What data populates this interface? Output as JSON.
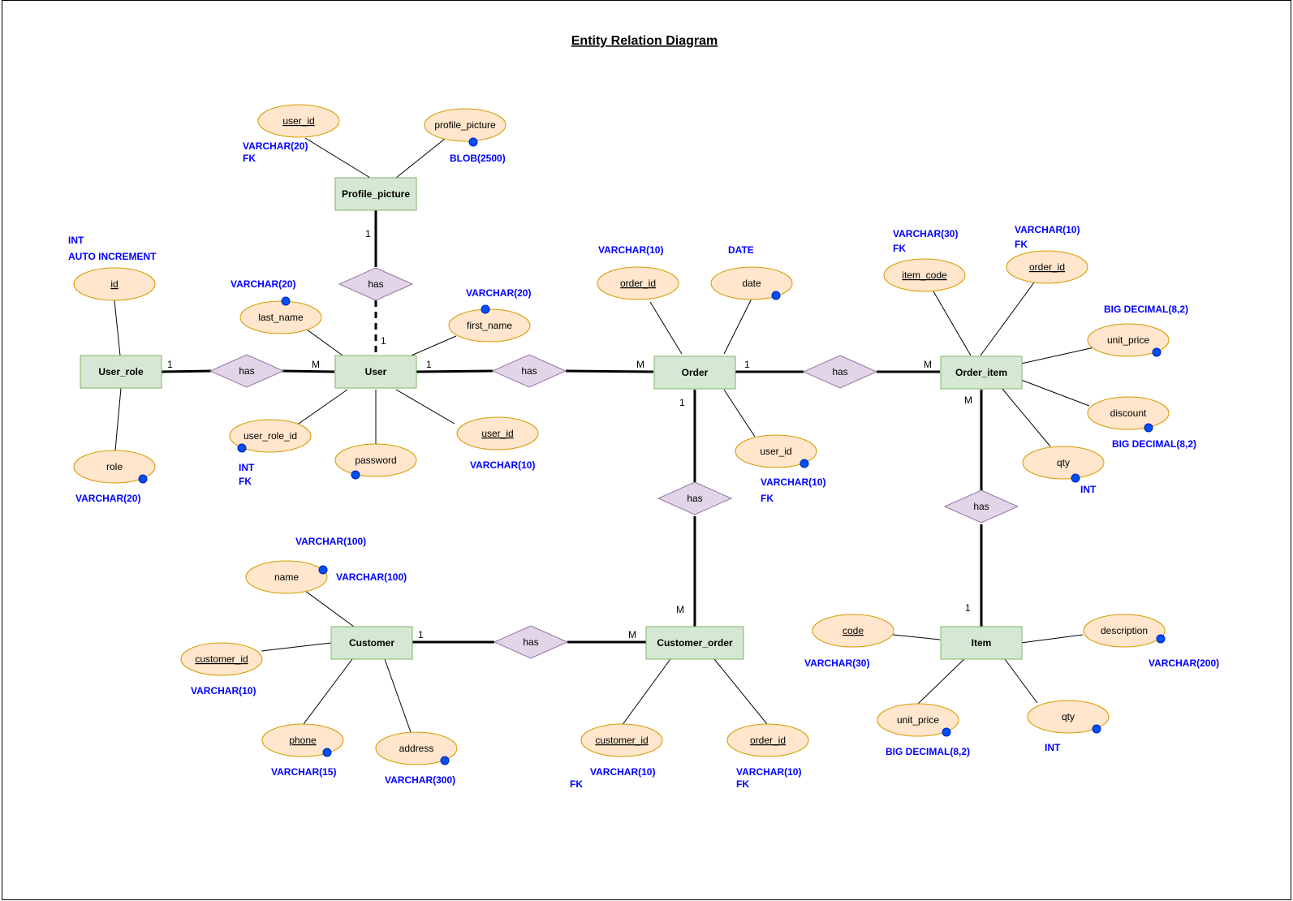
{
  "title": "Entity Relation Diagram",
  "colors": {
    "entity_fill": "#d5e8d4",
    "entity_stroke": "#82b366",
    "attribute_fill": "#ffe6cc",
    "attribute_stroke": "#d79b00",
    "relationship_fill": "#e1d5e7",
    "relationship_stroke": "#9673a6",
    "type_label": "#0000ff",
    "marker_dot": "#0050ef"
  },
  "entities": {
    "profile_picture": "Profile_picture",
    "user_role": "User_role",
    "user": "User",
    "order": "Order",
    "order_item": "Order_item",
    "customer": "Customer",
    "customer_order": "Customer_order",
    "item": "Item"
  },
  "relationships": {
    "profile_user": "has",
    "userrole_user": "has",
    "user_order": "has",
    "order_orderitem": "has",
    "order_customerorder": "has",
    "orderitem_item": "has",
    "customer_customerorder": "has"
  },
  "attributes": {
    "pp_user_id": "user_id",
    "pp_profile_picture": "profile_picture",
    "ur_id": "id",
    "ur_role": "role",
    "u_last_name": "last_name",
    "u_first_name": "first_name",
    "u_user_role_id": "user_role_id",
    "u_password": "password",
    "u_user_id": "user_id",
    "o_order_id": "order_id",
    "o_date": "date",
    "o_user_id": "user_id",
    "oi_item_code": "item_code",
    "oi_order_id": "order_id",
    "oi_unit_price": "unit_price",
    "oi_discount": "discount",
    "oi_qty": "qty",
    "c_name": "name",
    "c_customer_id": "customer_id",
    "c_phone": "phone",
    "c_address": "address",
    "co_customer_id": "customer_id",
    "co_order_id": "order_id",
    "i_code": "code",
    "i_description": "description",
    "i_unit_price": "unit_price",
    "i_qty": "qty"
  },
  "types": {
    "pp_user_id": "VARCHAR(20)",
    "pp_user_id_fk": "FK",
    "pp_profile_picture": "BLOB(2500)",
    "ur_id_int": "INT",
    "ur_id_auto": "AUTO INCREMENT",
    "ur_role": "VARCHAR(20)",
    "u_last_name": "VARCHAR(20)",
    "u_first_name": "VARCHAR(20)",
    "u_user_role_id": "INT",
    "u_user_role_id_fk": "FK",
    "u_user_id": "VARCHAR(10)",
    "o_order_id": "VARCHAR(10)",
    "o_date": "DATE",
    "o_user_id": "VARCHAR(10)",
    "o_user_id_fk": "FK",
    "oi_item_code": "VARCHAR(30)",
    "oi_item_code_fk": "FK",
    "oi_order_id": "VARCHAR(10)",
    "oi_order_id_fk": "FK",
    "oi_unit_price": "BIG DECIMAL(8,2)",
    "oi_discount": "BIG DECIMAL(8,2)",
    "oi_qty": "INT",
    "c_name_top": "VARCHAR(100)",
    "c_name_right": "VARCHAR(100)",
    "c_customer_id": "VARCHAR(10)",
    "c_phone": "VARCHAR(15)",
    "c_address": "VARCHAR(300)",
    "co_customer_id": "VARCHAR(10)",
    "co_customer_id_fk": "FK",
    "co_order_id": "VARCHAR(10)",
    "co_order_id_fk": "FK",
    "i_code": "VARCHAR(30)",
    "i_description": "VARCHAR(200)",
    "i_unit_price": "BIG DECIMAL(8,2)",
    "i_qty": "INT"
  },
  "cardinalities": {
    "pp_one": "1",
    "user_top_one": "1",
    "userrole_one": "1",
    "user_left_many": "M",
    "user_right_one": "1",
    "order_left_many": "M",
    "order_right_one": "1",
    "orderitem_left_many": "M",
    "order_bottom_one": "1",
    "orderitem_bottom_many": "M",
    "customerorder_top_many": "M",
    "item_top_one": "1",
    "customer_one": "1",
    "customerorder_left_many": "M"
  }
}
